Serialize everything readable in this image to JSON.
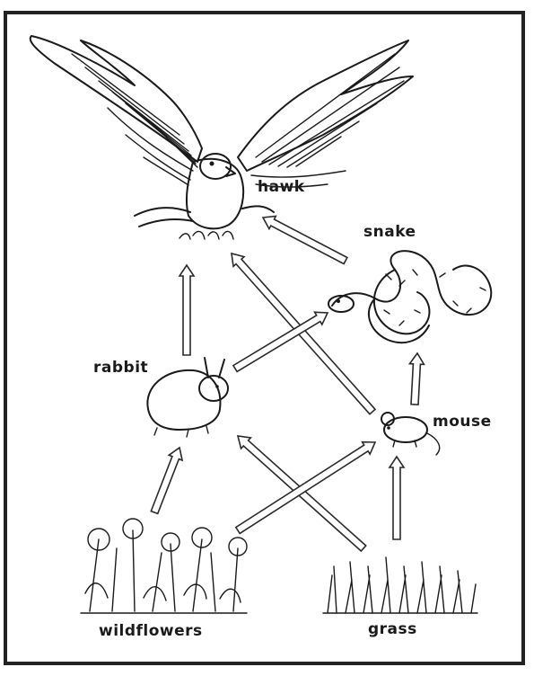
{
  "title": "",
  "organisms": {
    "hawk": "hawk",
    "snake": "snake",
    "rabbit": "rabbit",
    "mouse": "mouse",
    "wildflowers": "wildflowers",
    "grass": "grass"
  },
  "arrows": [
    {
      "from": "rabbit",
      "to": "hawk"
    },
    {
      "from": "snake",
      "to": "hawk"
    },
    {
      "from": "mouse",
      "to": "hawk"
    },
    {
      "from": "rabbit",
      "to": "snake"
    },
    {
      "from": "mouse",
      "to": "snake"
    },
    {
      "from": "wildflowers",
      "to": "rabbit"
    },
    {
      "from": "grass",
      "to": "rabbit"
    },
    {
      "from": "wildflowers",
      "to": "mouse"
    },
    {
      "from": "grass",
      "to": "mouse"
    }
  ]
}
